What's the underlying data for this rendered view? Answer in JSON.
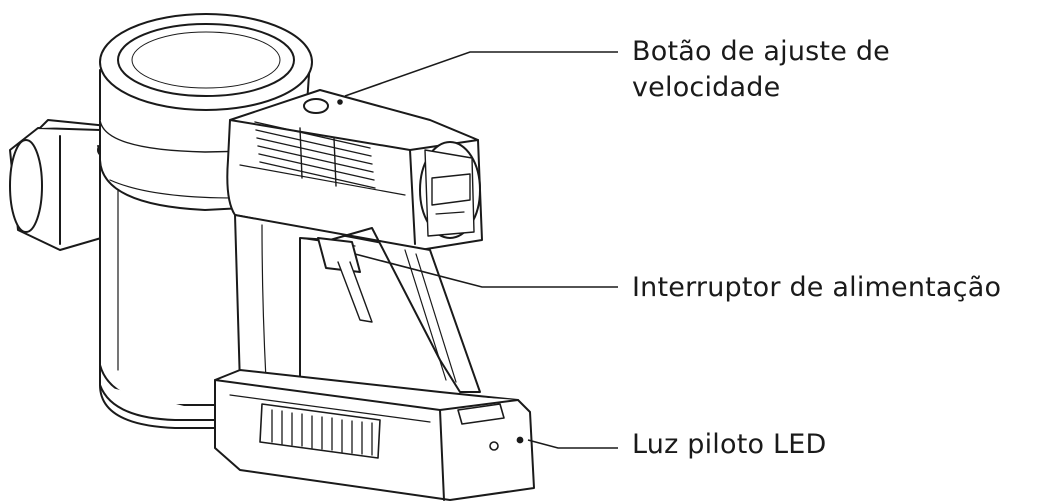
{
  "labels": {
    "speed_line1": "Botão de ajuste de",
    "speed_line2": "velocidade",
    "power": "Interruptor de alimentação",
    "led": "Luz piloto LED"
  },
  "colors": {
    "stroke": "#1a1a1a",
    "fill": "#ffffff",
    "text": "#1a1a1a"
  },
  "icons": {
    "device": "handheld-vacuum-line-drawing"
  }
}
